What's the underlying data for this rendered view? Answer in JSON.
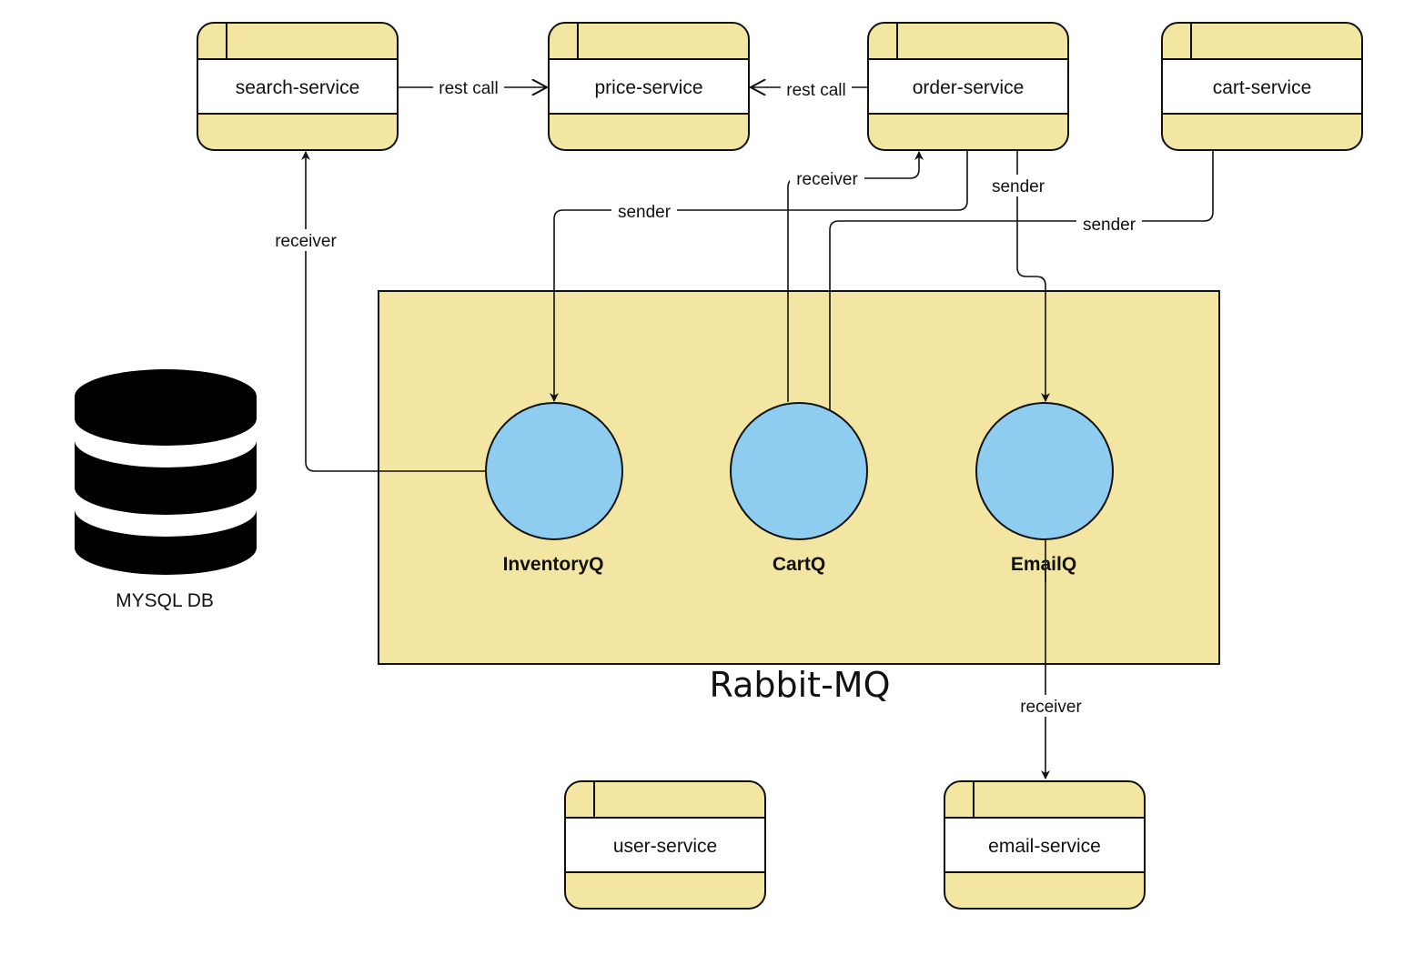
{
  "colors": {
    "service_fill": "#f2e6a2",
    "mq_fill": "#f2e6a2",
    "queue_fill": "#8ecdf0",
    "stroke": "#111111",
    "db_fill": "#000000"
  },
  "services": {
    "search": "search-service",
    "price": "price-service",
    "order": "order-service",
    "cart": "cart-service",
    "user": "user-service",
    "email": "email-service"
  },
  "queues": {
    "inventory": "InventoryQ",
    "cart": "CartQ",
    "email": "EmailQ"
  },
  "broker": {
    "title": "Rabbit-MQ"
  },
  "database": {
    "label": "MYSQL DB",
    "icon": "database-icon"
  },
  "edges": {
    "search_to_price": "rest call",
    "order_to_price": "rest call",
    "order_to_inventory": "sender",
    "order_to_email": "sender",
    "cart_to_cartq": "sender",
    "cartq_to_order": "receiver",
    "inventory_to_search": "receiver",
    "emailq_to_email": "receiver"
  }
}
